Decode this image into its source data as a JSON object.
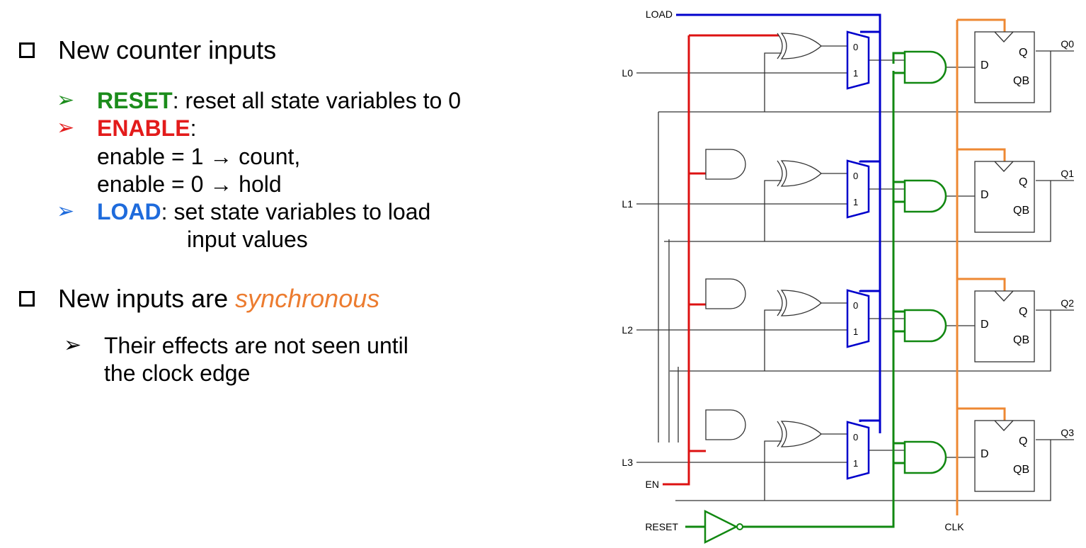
{
  "slide": {
    "bullet1": {
      "text": "New counter inputs"
    },
    "reset": {
      "keyword": "RESET",
      "desc": ":  reset all state variables to 0"
    },
    "enable": {
      "keyword": "ENABLE",
      "desc": ":",
      "line1": "enable = 1 → count,",
      "line2": "enable = 0 → hold"
    },
    "load": {
      "keyword": "LOAD",
      "desc": ":  set state variables to load",
      "desc2": "input values"
    },
    "bullet2": {
      "prefix": "New inputs are ",
      "emph": "synchronous"
    },
    "effects": {
      "line1": "Their effects are not seen until",
      "line2": "the clock edge"
    }
  },
  "circuit": {
    "signals": {
      "load": "LOAD",
      "en": "EN",
      "reset": "RESET",
      "clk": "CLK"
    },
    "load_inputs": [
      "L0",
      "L1",
      "L2",
      "L3"
    ],
    "outputs": [
      "Q0",
      "Q1",
      "Q2",
      "Q3"
    ],
    "mux_labels": {
      "zero": "0",
      "one": "1"
    },
    "ff_labels": {
      "d": "D",
      "q": "Q",
      "qb": "QB"
    },
    "colors": {
      "load": "#0000cc",
      "enable": "#dd1111",
      "reset": "#118811",
      "clock": "#ee8833",
      "wire": "#333333"
    }
  }
}
